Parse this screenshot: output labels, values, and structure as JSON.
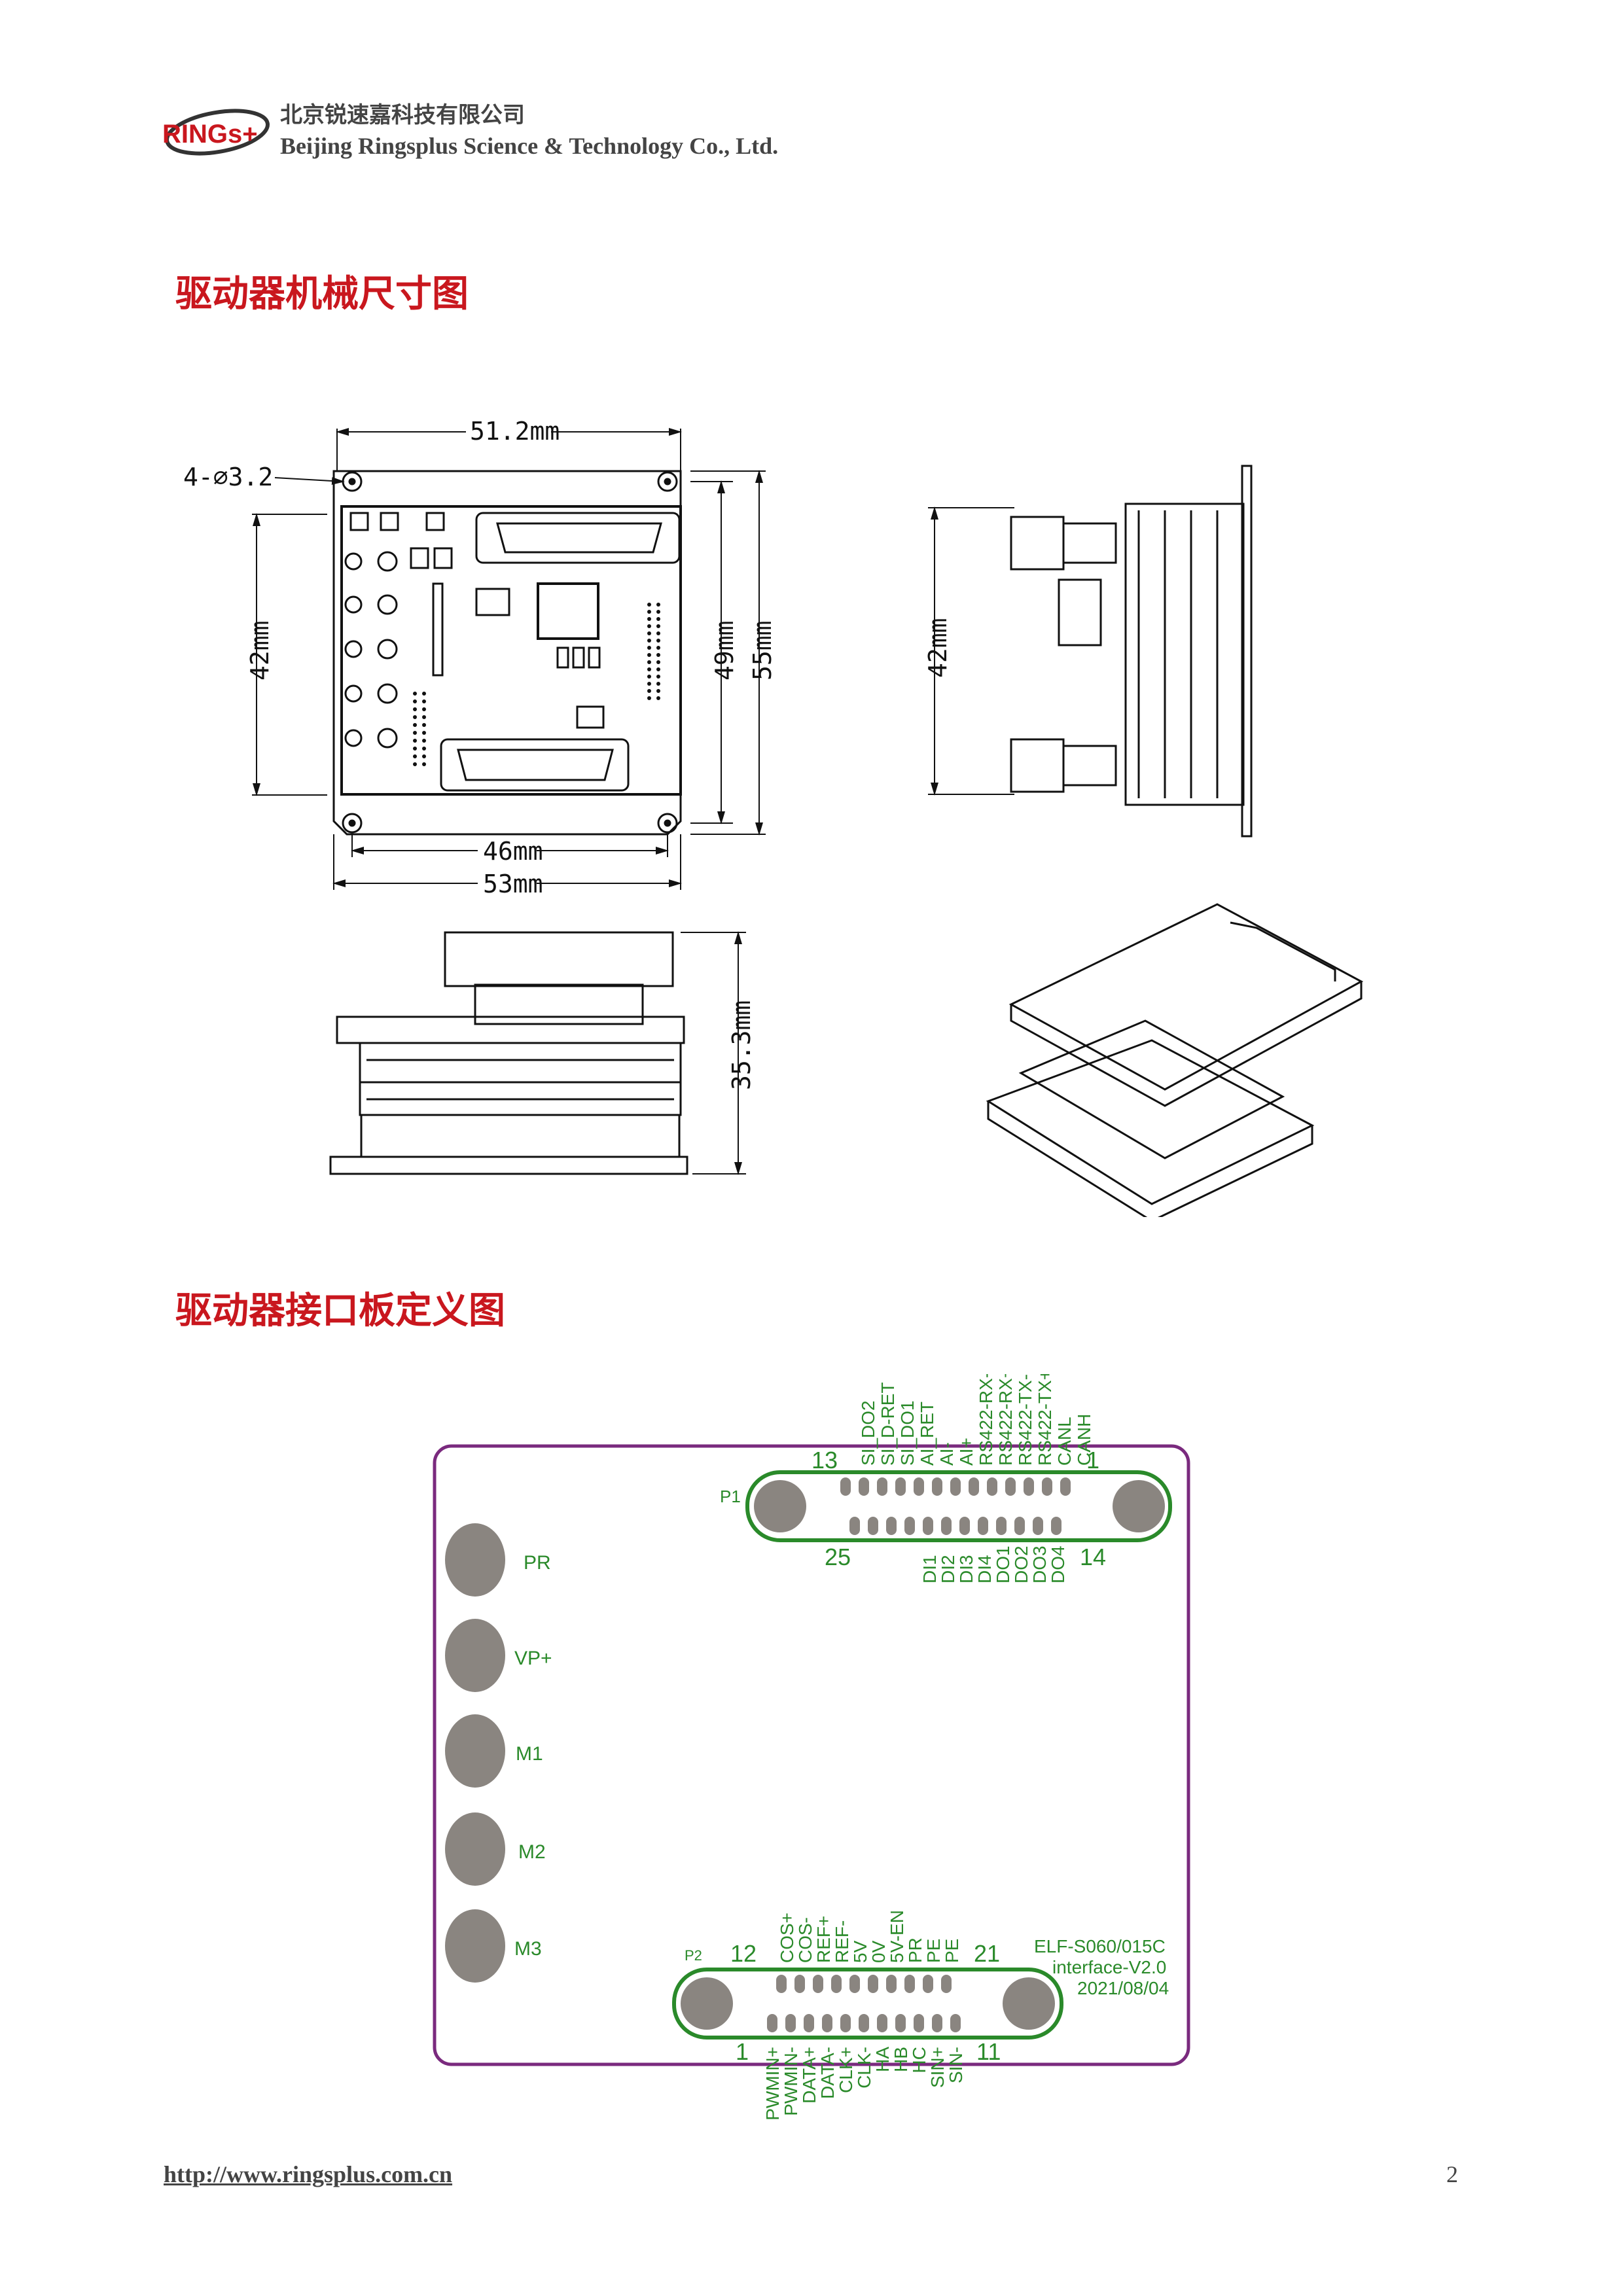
{
  "header": {
    "logo_text": "RINGs+",
    "company_cn": "北京锐速嘉科技有限公司",
    "company_en": "Beijing Ringsplus Science & Technology Co., Ltd."
  },
  "sections": {
    "mechanical_title": "驱动器机械尺寸图",
    "interface_title": "驱动器接口板定义图"
  },
  "dimensions": {
    "hole": "4-∅3.2",
    "top_width": "51.2mm",
    "inner_width": "46mm",
    "outer_width": "53mm",
    "left_height": "42mm",
    "inner_height": "49mm",
    "outer_height": "55mm",
    "side_height": "42mm",
    "stack_height": "35.3mm"
  },
  "interface_board": {
    "p1_label": "P1",
    "p1_pin_top_left": "13",
    "p1_pin_top_right": "1",
    "p1_pin_bottom_left": "25",
    "p1_pin_bottom_right": "14",
    "p1_top_signals": [
      "SI_DO2",
      "SI_D-RET",
      "SI_DO1",
      "AI_RET",
      "AI-",
      "AI+",
      "RS422-RX-",
      "RS422-RX+",
      "RS422-TX-",
      "RS422-TX+",
      "CANL",
      "CANH"
    ],
    "p1_bottom_signals": [
      "DI1",
      "DI2",
      "DI3",
      "DI4",
      "DO1",
      "DO2",
      "DO3",
      "DO4"
    ],
    "power_labels": [
      "PR",
      "VP+",
      "M1",
      "M2",
      "M3"
    ],
    "p2_label": "P2",
    "p2_pin_top_left": "12",
    "p2_pin_top_right": "21",
    "p2_pin_bottom_left": "1",
    "p2_pin_bottom_right": "11",
    "p2_top_signals": [
      "COS+",
      "COS-",
      "REF+",
      "REF-",
      "5V",
      "0V",
      "5V-EN",
      "PR",
      "PE",
      "PE"
    ],
    "p2_bottom_signals": [
      "PWMIN+",
      "PWMIN-",
      "DATA+",
      "DATA-",
      "CLK+",
      "CLK-",
      "HA",
      "HB",
      "HC",
      "SIN+",
      "SIN-"
    ],
    "board_name": "ELF-S060/015C",
    "board_version": "interface-V2.0",
    "board_date": "2021/08/04"
  },
  "footer": {
    "url": "http://www.ringsplus.com.cn",
    "page": "2"
  },
  "colors": {
    "title_red": "#c9171e",
    "board_purple": "#7a2a7e",
    "connector_green": "#2a8a2a",
    "pad_gray": "#8a8580"
  }
}
